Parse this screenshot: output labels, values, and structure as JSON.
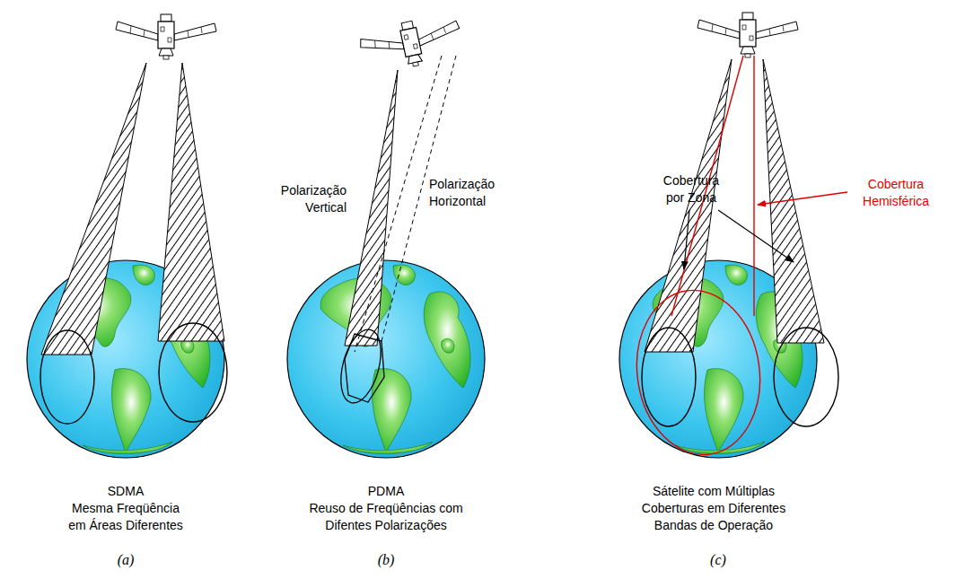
{
  "diagram": {
    "labels": [
      "Polarização Vertical",
      "Polarização Horizontal",
      "Cobertura por Zona",
      "Cobertura Hemisférica",
      "SDMA Mesma Freqüência em Áreas Diferentes",
      "PDMA Reuso de Freqüências com Difentes Polarizações",
      "Sátelite com Múltiplas Coberturas em Diferentes Bandas de Operação",
      "(a)",
      "(b)",
      "(c)"
    ]
  }
}
